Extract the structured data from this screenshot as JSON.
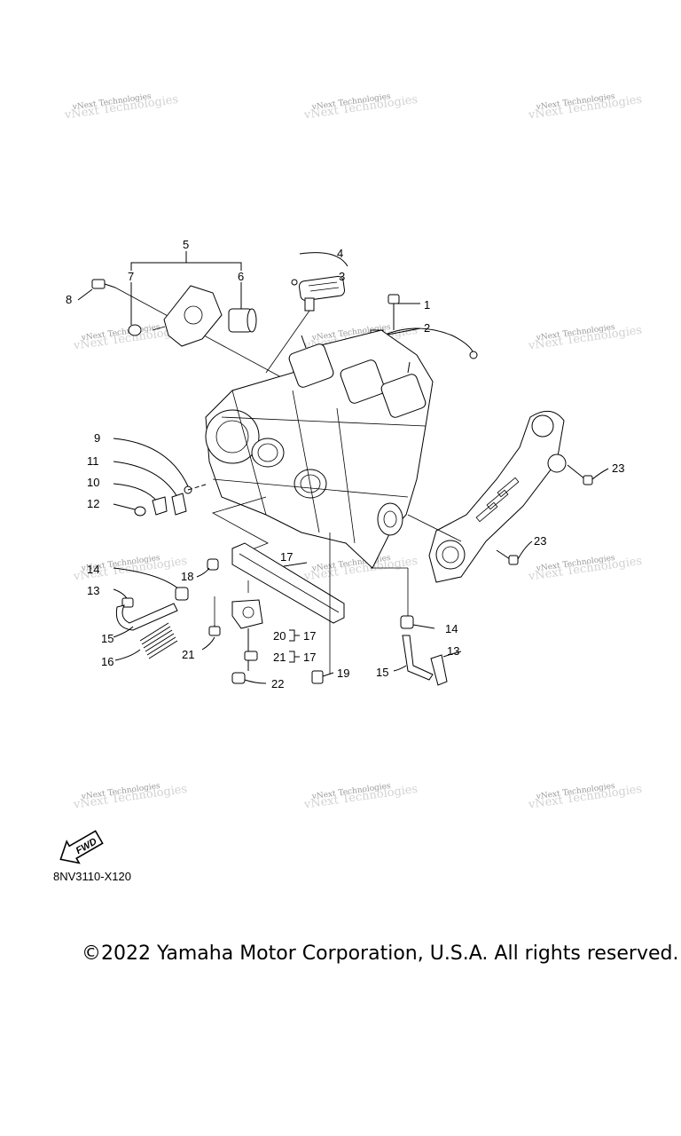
{
  "watermark": "vNext Technologies",
  "part_code": "8NV3110-X120",
  "copyright": "©2022 Yamaha Motor Corporation, U.S.A. All rights reserved.",
  "fwd_label": "FWD",
  "callouts": {
    "c1": "1",
    "c2": "2",
    "c3": "3",
    "c4": "4",
    "c5": "5",
    "c6": "6",
    "c7": "7",
    "c8": "8",
    "c9": "9",
    "c10": "10",
    "c11": "11",
    "c12": "12",
    "c13a": "13",
    "c13b": "13",
    "c14a": "14",
    "c14b": "14",
    "c15a": "15",
    "c15b": "15",
    "c16": "16",
    "c17a": "17",
    "c17b": "17",
    "c17c": "17",
    "c18": "18",
    "c19": "19",
    "c20": "20",
    "c21a": "21",
    "c21b": "21",
    "c22": "22",
    "c23a": "23",
    "c23b": "23"
  }
}
